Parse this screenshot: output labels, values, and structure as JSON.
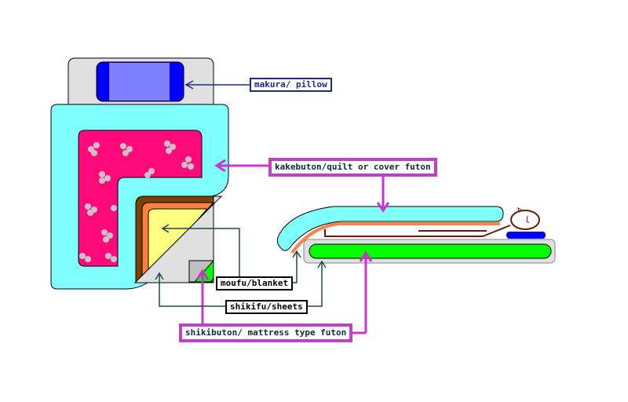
{
  "labels": {
    "makura": "makura/ pillow",
    "kakebuton": "kakebuton/quilt or cover futon",
    "moufu": "moufu/blanket",
    "shikifu": "shikifu/sheets",
    "shikibuton": "shikibuton/ mattress type futon"
  },
  "colors": {
    "quilt": "#80ffff",
    "quilt_pattern": "#ff0080",
    "pillow": "#8080ff",
    "pillow_end": "#0000ff",
    "mattress_frame": "#e0e0e0",
    "blanket_brown": "#804000",
    "blanket_orange": "#ff8040",
    "sheet_yellow": "#ffff80",
    "futon_green": "#00ff00",
    "arrow_magenta": "#cc33cc",
    "arrow_dark": "#1a4a4a",
    "arrow_navy": "#1c2a8a"
  }
}
